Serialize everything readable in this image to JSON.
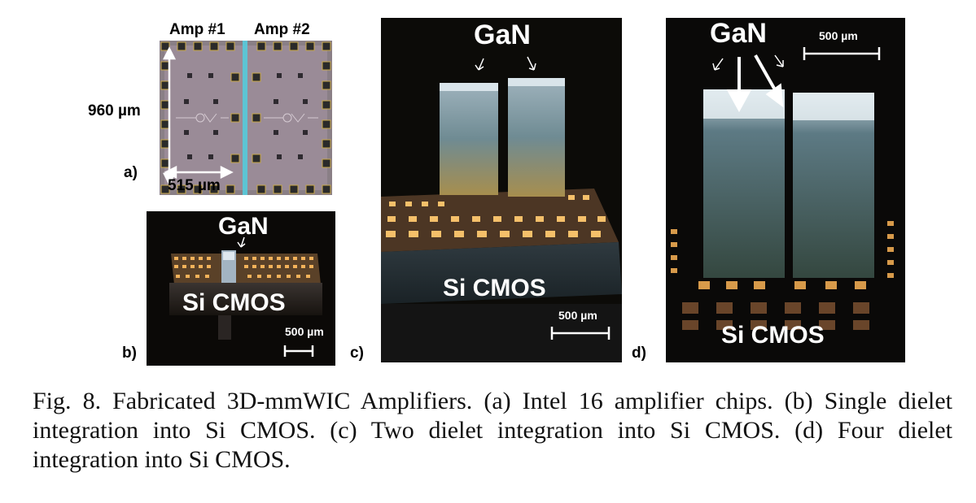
{
  "panels": {
    "a": {
      "letter": "a)",
      "amp1": "Amp #1",
      "amp2": "Amp #2",
      "height_label": "960 µm",
      "width_label": "515 µm"
    },
    "b": {
      "letter": "b)",
      "gan_label": "GaN",
      "si_label": "Si CMOS",
      "scale_label": "500 µm"
    },
    "c": {
      "letter": "c)",
      "gan_label": "GaN",
      "si_label": "Si CMOS",
      "scale_label": "500 µm"
    },
    "d": {
      "letter": "d)",
      "gan_label": "GaN",
      "si_label": "Si CMOS",
      "scale_label": "500 µm"
    }
  },
  "caption": "Fig. 8.  Fabricated 3D-mmWIC Amplifiers. (a) Intel 16 amplifier chips. (b) Single dielet integration into Si CMOS. (c) Two dielet integration into Si CMOS. (d) Four dielet integration into Si CMOS."
}
